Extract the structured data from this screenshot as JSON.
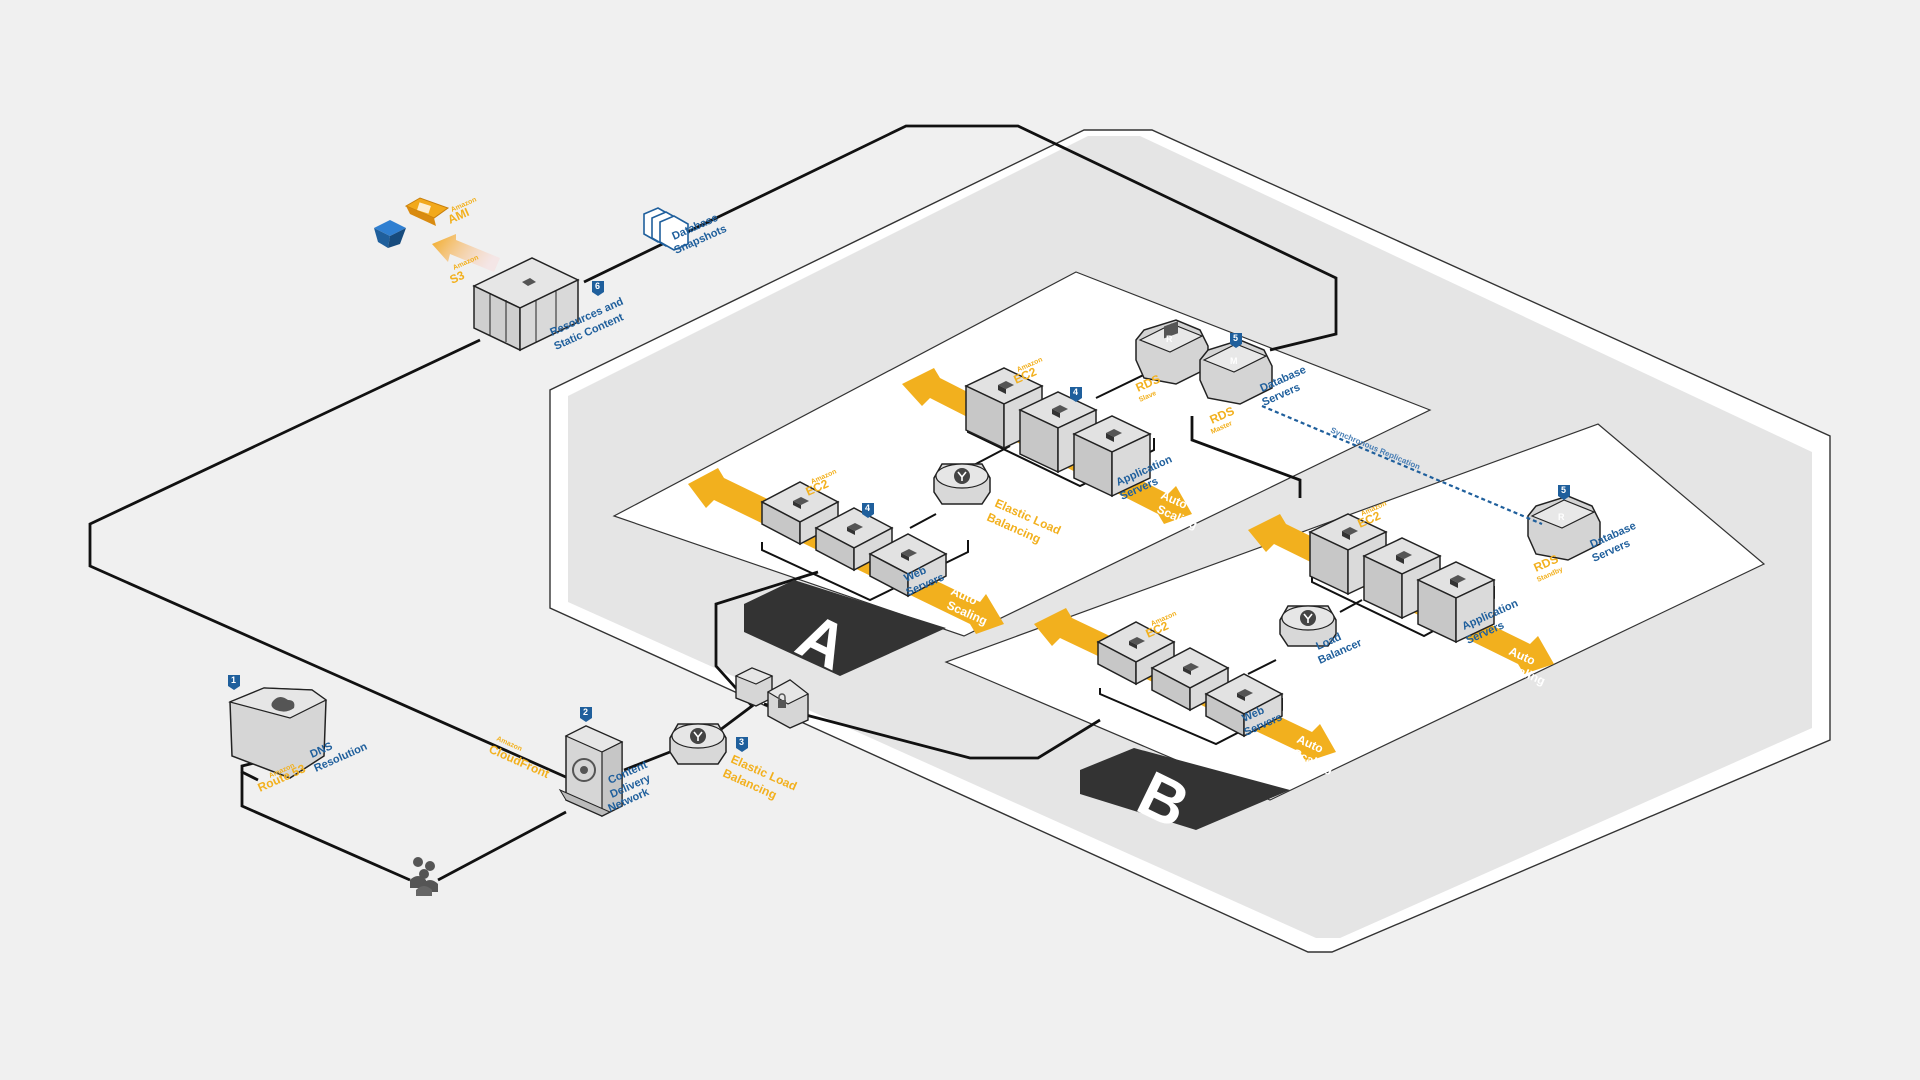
{
  "zones": {
    "a": "A",
    "b": "B"
  },
  "badges": {
    "b1": "1",
    "b2": "2",
    "b3": "3",
    "b4a": "4",
    "b4b": "4",
    "b5a": "5",
    "b5b": "5",
    "b6": "6"
  },
  "route53": {
    "service": "Route 53",
    "sub": "Amazon",
    "desc_line1": "DNS",
    "desc_line2": "Resolution"
  },
  "cloudfront": {
    "service": "CloudFront",
    "sub": "Amazon",
    "desc_line1": "Content",
    "desc_line2": "Delivery",
    "desc_line3": "Network"
  },
  "elb_main": {
    "line1": "Elastic Load",
    "line2": "Balancing"
  },
  "elb_a": {
    "line1": "Elastic Load",
    "line2": "Balancing"
  },
  "lb_b": {
    "line1": "Load",
    "line2": "Balancer"
  },
  "s3": {
    "service": "S3",
    "sub": "Amazon",
    "desc_line1": "Resources and",
    "desc_line2": "Static Content"
  },
  "ami": {
    "label": "AMI",
    "sub": "Amazon"
  },
  "snapshots": {
    "line1": "Database",
    "line2": "Snapshots"
  },
  "zone_a": {
    "web": {
      "ec2": "EC2",
      "sub": "Amazon",
      "line1": "Web",
      "line2": "Servers",
      "auto1": "Auto",
      "auto2": "Scaling"
    },
    "app": {
      "ec2": "EC2",
      "sub": "Amazon",
      "line1": "Application",
      "line2": "Servers",
      "auto1": "Auto",
      "auto2": "Scaling"
    },
    "db": {
      "rds_slave": "RDS",
      "rds_slave_sub": "Slave",
      "rds_master": "RDS",
      "rds_master_sub": "Master",
      "line1": "Database",
      "line2": "Servers"
    }
  },
  "zone_b": {
    "web": {
      "ec2": "EC2",
      "sub": "Amazon",
      "line1": "Web",
      "line2": "Servers",
      "auto1": "Auto",
      "auto2": "Scaling"
    },
    "app": {
      "ec2": "EC2",
      "sub": "Amazon",
      "line1": "Application",
      "line2": "Servers",
      "auto1": "Auto",
      "auto2": "Scaling"
    },
    "db": {
      "rds": "RDS",
      "rds_sub": "Standby",
      "line1": "Database",
      "line2": "Servers"
    }
  },
  "replication": "Synchronous Replication"
}
